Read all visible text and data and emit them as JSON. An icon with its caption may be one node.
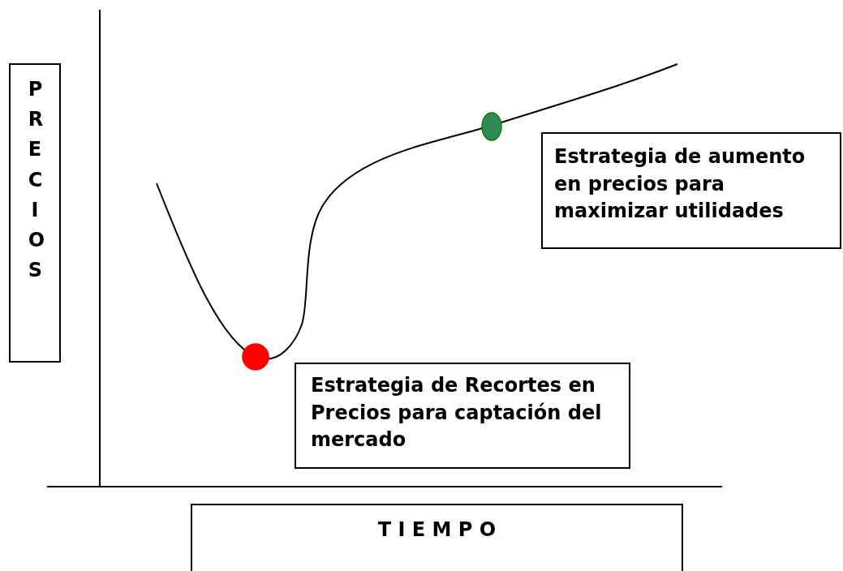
{
  "diagram": {
    "nodes": [
      {
        "text": [
          "P R E C I O S"
        ]
      },
      {
        "text": [],
        "shape": "circle"
      },
      {
        "text": [],
        "shape": "circle"
      },
      {
        "text": [
          "Estrategia de aumento en precios para maximizar utilidades"
        ]
      },
      {
        "text": [
          "Estrategia de Recortes en Precios para captación del mercado"
        ]
      },
      {
        "text": [
          "T I E M P O"
        ]
      }
    ],
    "edges": []
  }
}
